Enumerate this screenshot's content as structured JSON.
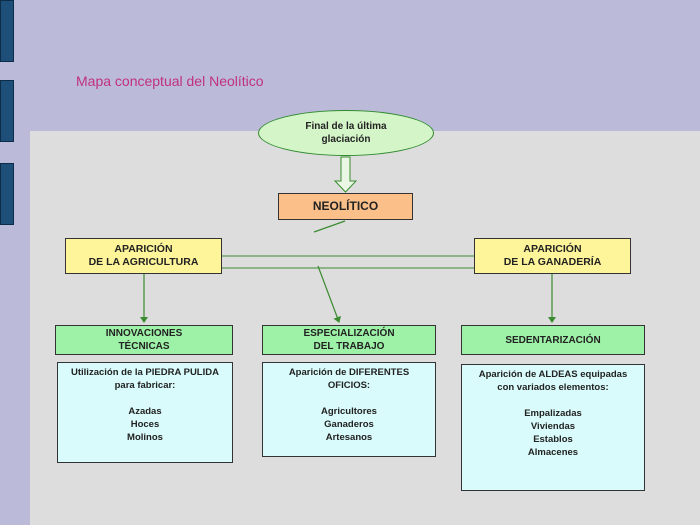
{
  "title": "Mapa conceptual del Neolítico",
  "nodes": {
    "glaciacion": "Final de la última\nglaciación",
    "neolitico": "NEOLÍTICO",
    "agricultura": "APARICIÓN\nDE LA AGRICULTURA",
    "ganaderia": "APARICIÓN\nDE LA GANADERÍA",
    "innovaciones": "INNOVACIONES\nTÉCNICAS",
    "especializacion": "ESPECIALIZACIÓN\nDEL TRABAJO",
    "sedentarizacion": "SEDENTARIZACIÓN",
    "piedra": "Utilización de la PIEDRA PULIDA\npara fabricar:\n\nAzadas\nHoces\nMolinos",
    "oficios": "Aparición de DIFERENTES\nOFICIOS:\n\nAgricultores\nGanaderos\nArtesanos",
    "aldeas": "Aparición de ALDEAS equipadas\ncon variados elementos:\n\nEmpalizadas\nViviendas\nEstablos\nAlmacenes"
  },
  "colors": {
    "title": "#c0307e",
    "arrow": "#3a8c2f",
    "ellipse_fill": "#d4f5c8",
    "neolitico_fill": "#fbc08a",
    "yellow_fill": "#fef59a",
    "green_fill": "#9ef2a8",
    "cyan_fill": "#d9fbfb"
  }
}
